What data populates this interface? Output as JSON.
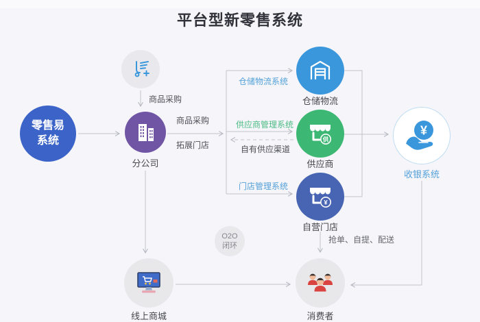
{
  "title": "平台型新零售系统",
  "colors": {
    "background": "#f6f6fa",
    "retail_blue": "#3c64c8",
    "branch_purple": "#7055a5",
    "warehouse_blue": "#3b97dc",
    "supplier_green": "#3db874",
    "store_indigo": "#4765b2",
    "cashier_blue": "#3b97dc",
    "line_gray": "#bcbdc7",
    "sys_label_blue": "#54a0d9",
    "sys_label_green": "#4cbb84"
  },
  "nodes": {
    "retail_system": {
      "line1": "零售易",
      "line2": "系统"
    },
    "procurement_icon_node": {
      "label": "商品采购"
    },
    "branch": {
      "label": "分公司"
    },
    "warehouse": {
      "label": "仓储物流"
    },
    "supplier": {
      "label": "供应商",
      "badge": "供"
    },
    "own_store": {
      "label": "自营门店",
      "badge": "¥"
    },
    "cashier": {
      "label": "收银系统",
      "coin": "¥"
    },
    "o2o": {
      "line1": "O2O",
      "line2": "闭环"
    },
    "online_mall": {
      "label": "线上商城"
    },
    "consumer": {
      "label": "消费者"
    }
  },
  "edges": {
    "procure_down": "商品采购",
    "branch_right_top": "商品采购",
    "branch_right_bottom": "拓展门店",
    "warehouse_system": "仓储物流系统",
    "supplier_system": "供应商管理系统",
    "own_supply_channel": "自有供应渠道",
    "store_system": "门店管理系统",
    "delivery": "抢单、自提、配送"
  }
}
